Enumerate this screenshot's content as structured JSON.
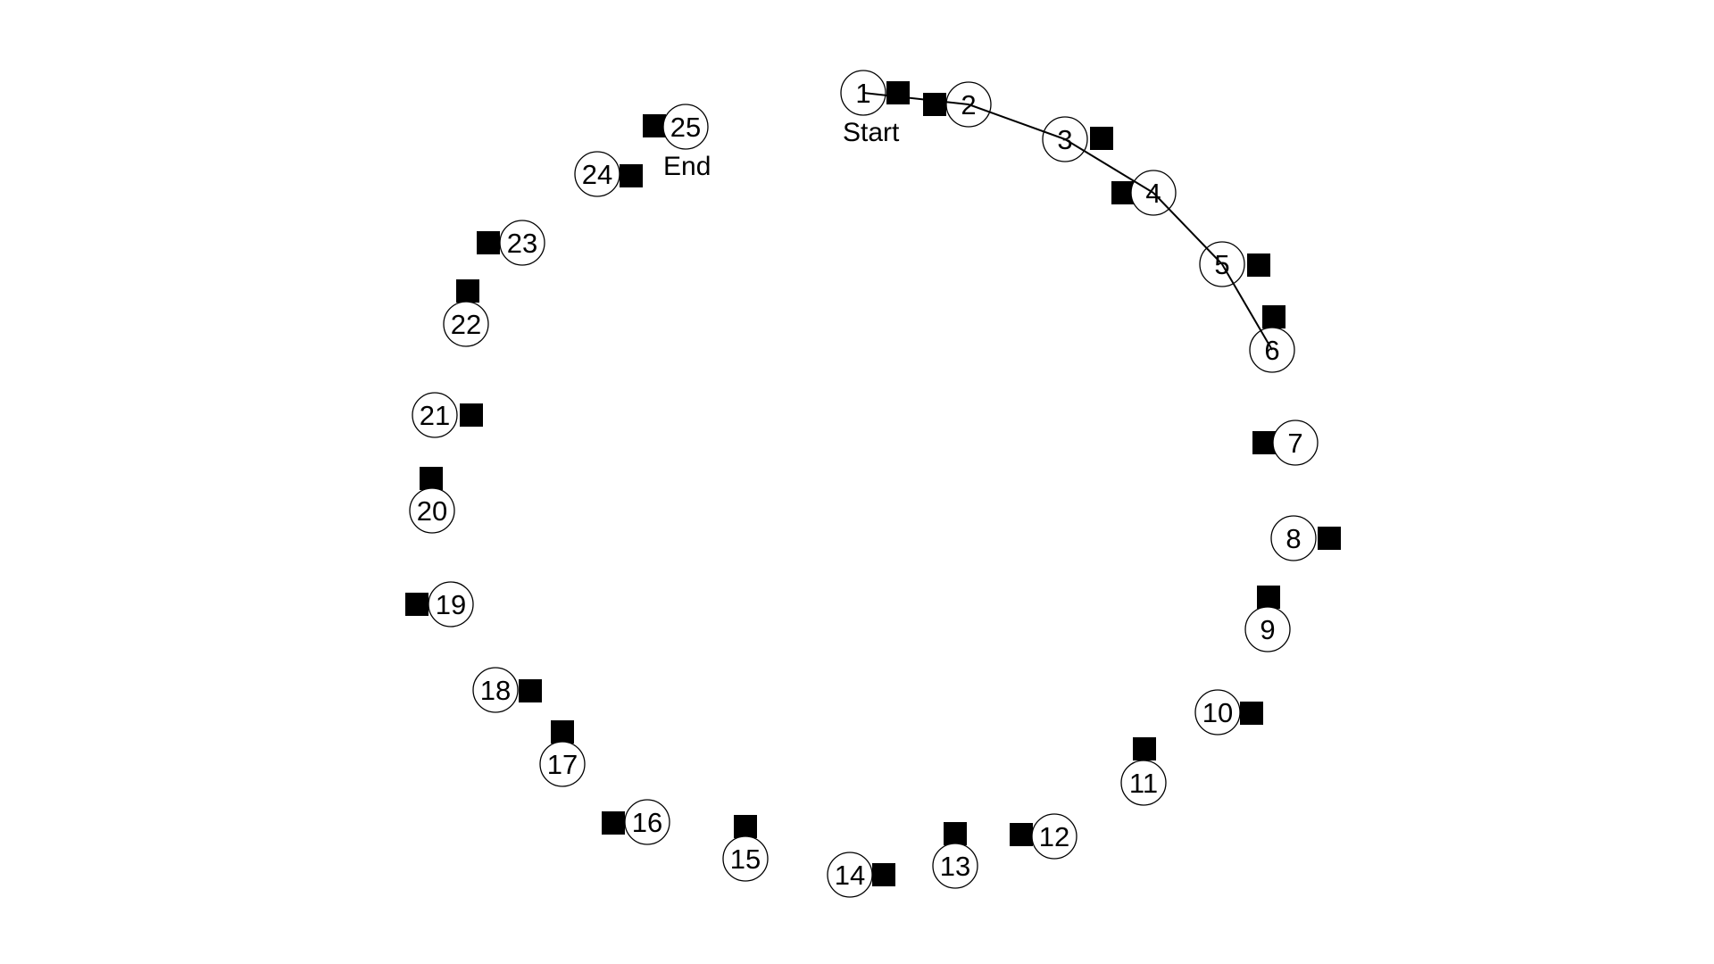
{
  "colors": {
    "background": "#ffffff",
    "ink": "#000000"
  },
  "nodes": [
    {
      "label": "1"
    },
    {
      "label": "2"
    },
    {
      "label": "3"
    },
    {
      "label": "4"
    },
    {
      "label": "5"
    },
    {
      "label": "6"
    },
    {
      "label": "7"
    },
    {
      "label": "8"
    },
    {
      "label": "9"
    },
    {
      "label": "10"
    },
    {
      "label": "11"
    },
    {
      "label": "12"
    },
    {
      "label": "13"
    },
    {
      "label": "14"
    },
    {
      "label": "15"
    },
    {
      "label": "16"
    },
    {
      "label": "17"
    },
    {
      "label": "18"
    },
    {
      "label": "19"
    },
    {
      "label": "20"
    },
    {
      "label": "21"
    },
    {
      "label": "22"
    },
    {
      "label": "23"
    },
    {
      "label": "24"
    },
    {
      "label": "25"
    }
  ],
  "start_label": "Start",
  "end_label": "End",
  "traced_path": [
    "1",
    "2",
    "3",
    "4",
    "5",
    "6"
  ]
}
